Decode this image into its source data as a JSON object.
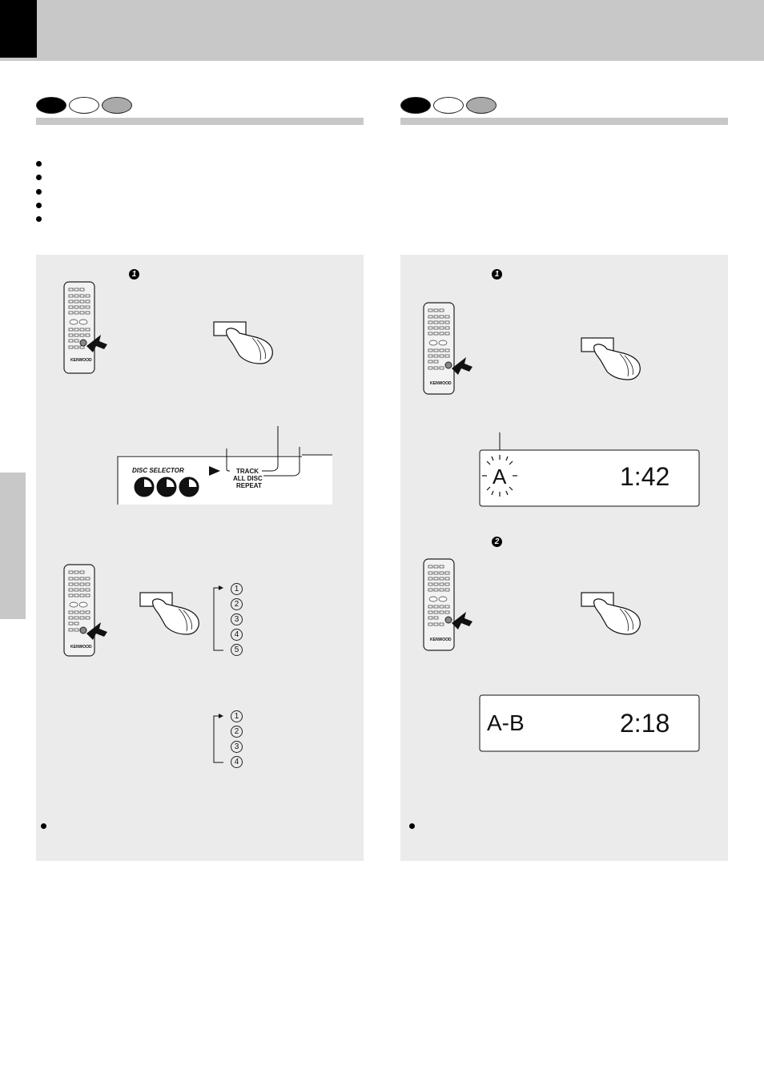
{
  "page": {
    "colors": {
      "header_gray": "#c8c8c8",
      "panel_gray": "#ebebeb",
      "black": "#000000"
    }
  },
  "left_section": {
    "step_1": "1",
    "display_labels": [
      "TRACK",
      "ALL DISC",
      "REPEAT"
    ],
    "disc_selector_label": "DISC SELECTOR",
    "sequence_a": [
      "1",
      "2",
      "3",
      "4",
      "5"
    ],
    "sequence_b": [
      "1",
      "2",
      "3",
      "4"
    ],
    "remote_brand": "KENWOOD"
  },
  "right_section": {
    "step_1": "1",
    "step_2": "2",
    "display_1": {
      "left": "A",
      "time": "1:42"
    },
    "display_2": {
      "left": "A-B",
      "time": "2:18"
    },
    "remote_brand": "KENWOOD"
  },
  "icons": [
    "remote-control-icon",
    "pointing-hand-icon",
    "disc-icon",
    "arrow-icon"
  ]
}
